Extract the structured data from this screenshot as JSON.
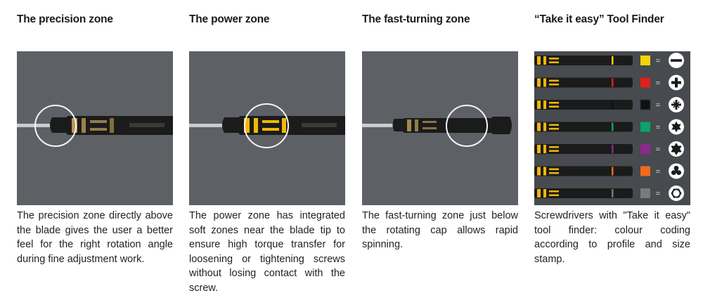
{
  "columns": [
    {
      "title": "The precision zone",
      "text": "The precision zone directly above the blade gives the user a better feel for the right rotation angle during fine adjustment work."
    },
    {
      "title": "The power zone",
      "text": "The power zone has integrated soft zones near the blade tip to ensure high torque transfer for loosening or tightening screws without losing contact with the screw."
    },
    {
      "title": "The fast-turning zone",
      "text": "The fast-turning zone just below the rotating cap allows rapid spinning."
    },
    {
      "title": "“Take it easy” Tool Finder",
      "text": "Screwdrivers with \"Take it easy\" tool finder: colour coding according to profile and size stamp."
    }
  ],
  "finder": {
    "equals_sign": "=",
    "rows": [
      {
        "color": "#f4d400",
        "profile_icon": "slotted-icon"
      },
      {
        "color": "#e02020",
        "profile_icon": "phillips-icon"
      },
      {
        "color": "#111111",
        "profile_icon": "pozidriv-icon"
      },
      {
        "color": "#0aa36a",
        "profile_icon": "torx-icon"
      },
      {
        "color": "#8a2a8c",
        "profile_icon": "torx-plus-icon"
      },
      {
        "color": "#f26a1c",
        "profile_icon": "tri-wing-icon"
      },
      {
        "color": "#7a7a7a",
        "profile_icon": "hex-icon"
      }
    ]
  },
  "colors": {
    "panel_bg": "#5d6166",
    "handle_black": "#1b1b1b",
    "handle_yellow": "#f2b705",
    "highlight_circle": "#f5f5f5"
  }
}
